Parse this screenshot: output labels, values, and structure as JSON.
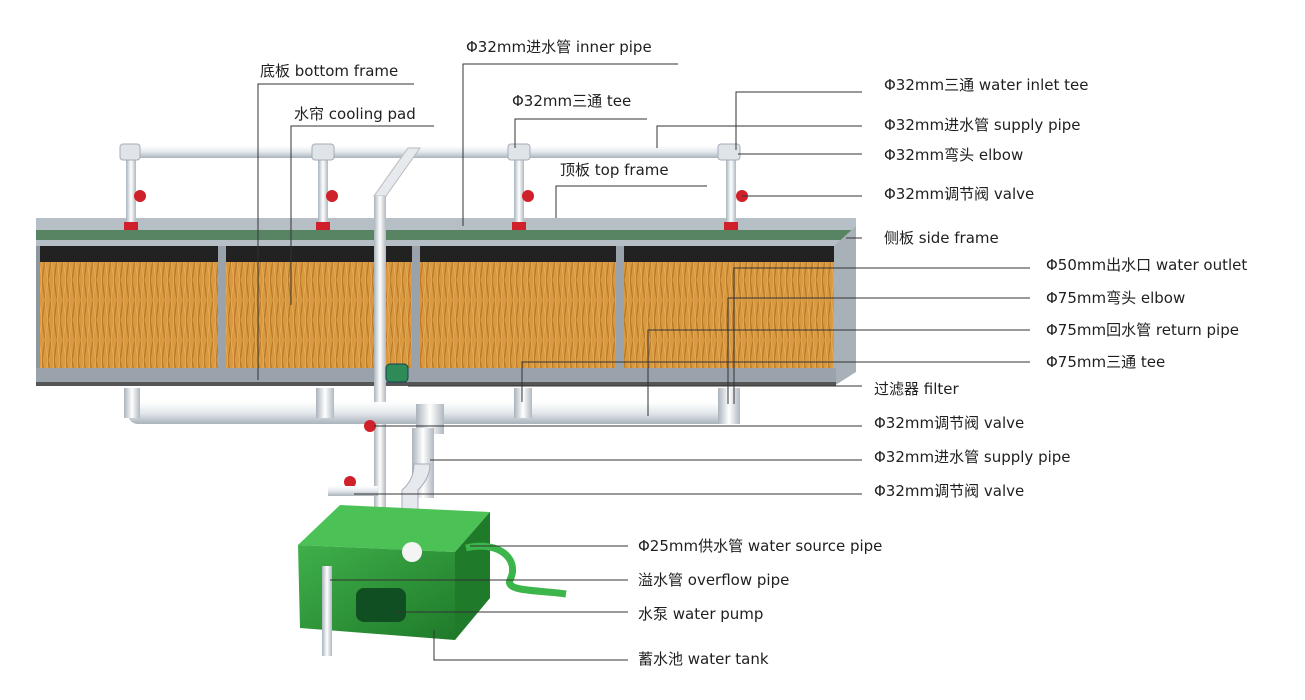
{
  "labels": {
    "inner_pipe": "Φ32mm进水管 inner pipe",
    "bottom_frame": "底板 bottom frame",
    "cooling_pad": "水帘 cooling pad",
    "tee_top": "Φ32mm三通 tee",
    "top_frame": "顶板 top frame",
    "water_inlet_tee": "Φ32mm三通 water inlet tee",
    "supply_pipe_top": "Φ32mm进水管 supply pipe",
    "elbow_32": "Φ32mm弯头 elbow",
    "valve_top": "Φ32mm调节阀 valve",
    "side_frame": "侧板 side frame",
    "water_outlet": "Φ50mm出水口 water outlet",
    "elbow_75": "Φ75mm弯头 elbow",
    "return_pipe": "Φ75mm回水管 return pipe",
    "tee_75": "Φ75mm三通 tee",
    "filter": "过滤器 filter",
    "valve_mid": "Φ32mm调节阀 valve",
    "supply_pipe_bottom": "Φ32mm进水管 supply pipe",
    "valve_bottom": "Φ32mm调节阀 valve",
    "water_source_pipe": "Φ25mm供水管 water source pipe",
    "overflow_pipe": "溢水管 overflow pipe",
    "water_pump": "水泵 water pump",
    "water_tank": "蓄水池 water tank"
  },
  "colors": {
    "pad": "#d9993f",
    "pad_stripe": "#b8772a",
    "frame": "#9aa3ab",
    "pipe": "#e8ecef",
    "valve": "#d0202a",
    "tank": "#2f9a3a",
    "pump": "#0f4f22",
    "source_pipe": "#3cb54a"
  }
}
